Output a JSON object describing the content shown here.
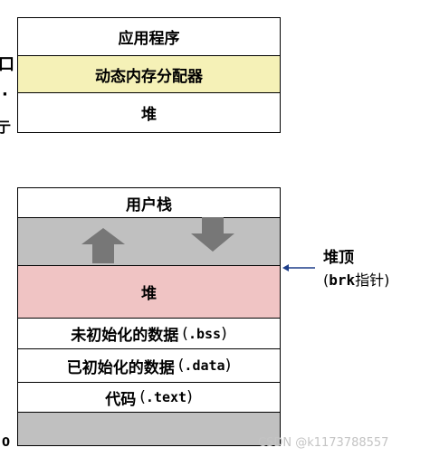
{
  "top_stack": {
    "app": "应用程序",
    "allocator": "动态内存分配器",
    "heap": "堆"
  },
  "memory_layout": {
    "user_stack": "用户栈",
    "heap": "堆",
    "bss_label": "未初始化的数据",
    "bss_open": "(",
    "bss_seg": ".bss",
    "bss_close": ")",
    "data_label": "已初始化的数据",
    "data_open": "(",
    "data_seg": ".data",
    "data_close": ")",
    "text_label": "代码",
    "text_open": "(",
    "text_seg": ".text",
    "text_close": ")"
  },
  "annotations": {
    "heap_top": "堆顶",
    "brk_open": "(",
    "brk_code": "brk",
    "brk_suffix": "指针)",
    "zero": "0",
    "watermark": "CSDN @k1173788557"
  },
  "edge_fragments": {
    "f1": "口",
    "f2": "·",
    "f3": "亍"
  },
  "colors": {
    "allocator_fill": "#f5f1b7",
    "gap_fill": "#c0c0c0",
    "heap_fill": "#f0c4c4",
    "bottom_fill": "#c0c0c0",
    "arrow_fill": "#777777",
    "pointer_arrow": "#1f3f8a"
  }
}
